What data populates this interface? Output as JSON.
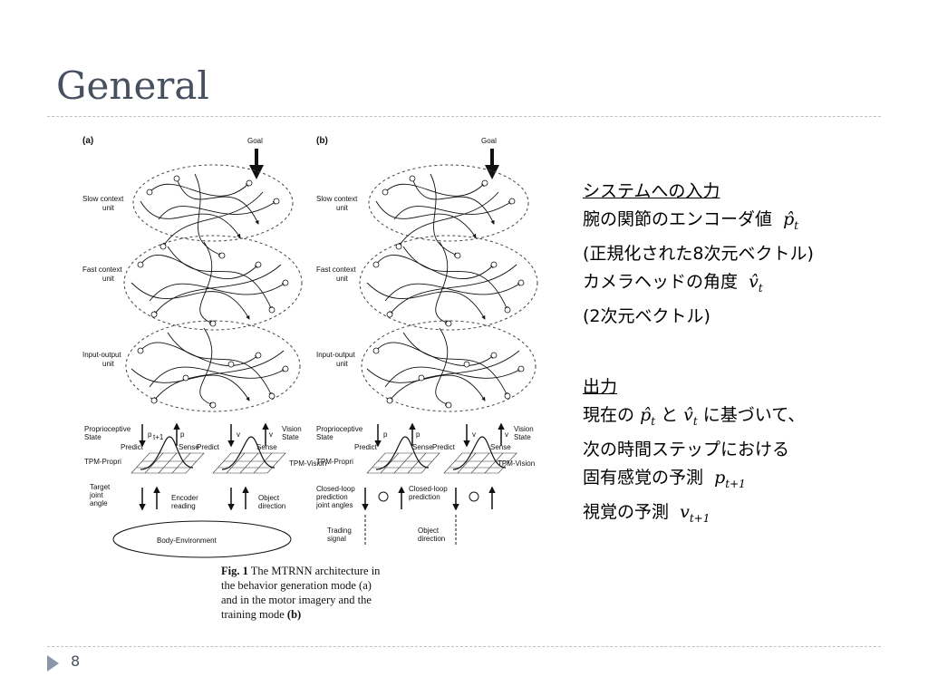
{
  "slide": {
    "title": "General",
    "page_number": "8"
  },
  "figure": {
    "panel_a": "(a)",
    "panel_b": "(b)",
    "goal": "Goal",
    "slow_context": [
      "Slow context",
      "unit"
    ],
    "fast_context": [
      "Fast context",
      "unit"
    ],
    "input_output": [
      "Input-output",
      "unit"
    ],
    "proprioceptive": [
      "Proprioceptive",
      "State"
    ],
    "vision_state": [
      "Vision",
      "State"
    ],
    "predict": "Predict",
    "sense": "Sense",
    "p_t1": "p",
    "t1_sub": "t+1",
    "p_hat": "p",
    "t_sub": "t",
    "v_t1": "v",
    "v_hat": "v",
    "tpm_propri": "TPM-Propri",
    "tpm_vision": "TPM-Vision",
    "target_joint": [
      "Target",
      "joint",
      "angle"
    ],
    "encoder_reading": [
      "Encoder",
      "reading"
    ],
    "object_direction": [
      "Object",
      "direction"
    ],
    "body_environment": "Body-Environment",
    "closed_loop_joint": [
      "Closed-loop",
      "prediction",
      "joint angles"
    ],
    "closed_loop_pred": [
      "Closed-loop",
      "prediction"
    ],
    "trading_signal": [
      "Trading",
      "signal"
    ],
    "object_direction_b": [
      "Object",
      "direction"
    ],
    "caption_bold": "Fig. 1",
    "caption_text": "The MTRNN architecture in the behavior generation mode (a) and in the motor imagery and the training mode",
    "caption_end": "(b)"
  },
  "content": {
    "input_heading": "システムへの入力",
    "input_line1": "腕の関節のエンコーダ値",
    "input_line2": "(正規化された8次元ベクトル)",
    "input_line3": "カメラヘッドの角度",
    "input_line4": "(2次元ベクトル)",
    "output_heading": "出力",
    "output_line1_a": "現在の",
    "output_line1_b": "と",
    "output_line1_c": "に基づいて、",
    "output_line2": "次の時間ステップにおける",
    "output_line3": "固有感覚の予測",
    "output_line4": "視覚の予測",
    "sym_p": "p",
    "sym_v": "v",
    "sub_t": "t",
    "sub_t1": "t+1"
  }
}
